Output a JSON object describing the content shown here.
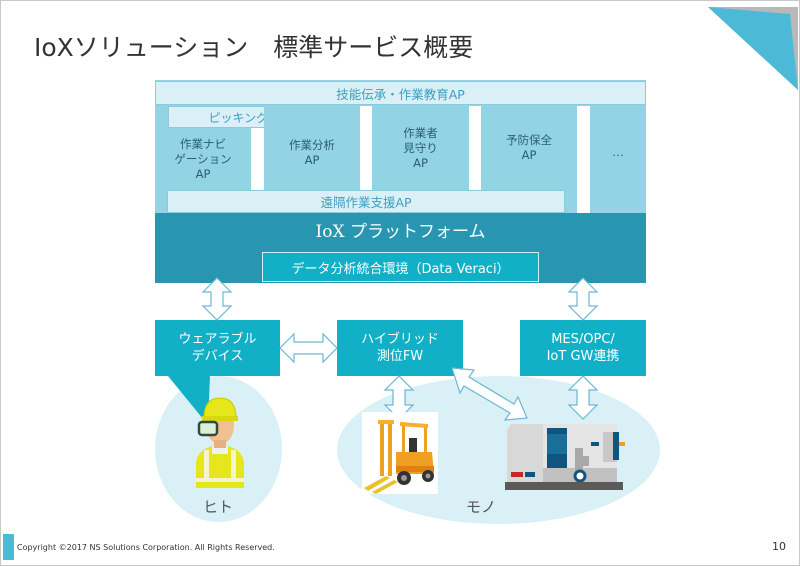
{
  "slide": {
    "title": "IoXソリューション　標準サービス概要",
    "page_number": "10",
    "copyright": "Copyright ©2017 NS Solutions Corporation. All Rights Reserved.",
    "accent_color": "#4cbad6"
  },
  "application_layer": {
    "top_bar": "技能伝承・作業教育AP",
    "picking_bar": "ピッキング支援AP",
    "columns": [
      {
        "line1": "作業ナビ",
        "line2": "ゲーション",
        "line3": "AP"
      },
      {
        "line1": "作業分析",
        "line2": "AP",
        "line3": ""
      },
      {
        "line1": "作業者",
        "line2": "見守り",
        "line3": "AP"
      },
      {
        "line1": "予防保全",
        "line2": "AP",
        "line3": ""
      },
      {
        "line1": "…",
        "line2": "",
        "line3": ""
      }
    ],
    "remote_bar": "遠隔作業支援AP"
  },
  "platform": {
    "title": "IoX プラットフォーム",
    "data_env": "データ分析統合環境（Data Veraci）"
  },
  "modules": {
    "wearable": {
      "line1": "ウェアラブル",
      "line2": "デバイス"
    },
    "hybrid": {
      "line1": "ハイブリッド",
      "line2": "測位FW"
    },
    "mes": {
      "line1": "MES/OPC/",
      "line2": "IoT GW連携"
    }
  },
  "groups": {
    "human": "ヒト",
    "things": "モノ"
  },
  "icons": {
    "worker": "worker-with-smartglasses-icon",
    "forklift": "forklift-icon",
    "machine": "machine-tool-icon"
  }
}
